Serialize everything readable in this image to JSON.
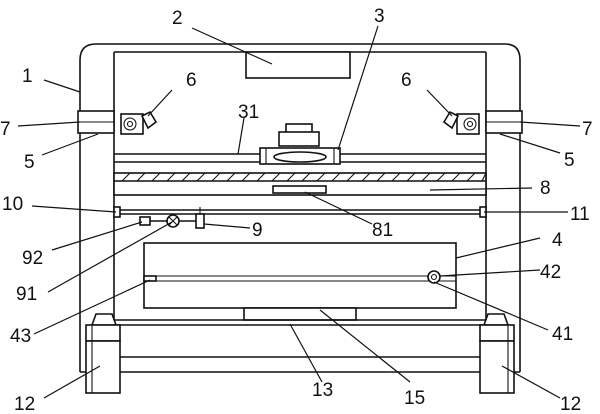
{
  "figure": {
    "labels": {
      "l1": "1",
      "l2": "2",
      "l3": "3",
      "l31": "31",
      "l6_left": "6",
      "l6_right": "6",
      "l7_left": "7",
      "l7_right": "7",
      "l5_left": "5",
      "l5_right": "5",
      "l8": "8",
      "l81": "81",
      "l10": "10",
      "l11": "11",
      "l9": "9",
      "l92": "92",
      "l91": "91",
      "l4": "4",
      "l42": "42",
      "l41": "41",
      "l43": "43",
      "l12_left": "12",
      "l12_right": "12",
      "l13": "13",
      "l15": "15"
    }
  }
}
